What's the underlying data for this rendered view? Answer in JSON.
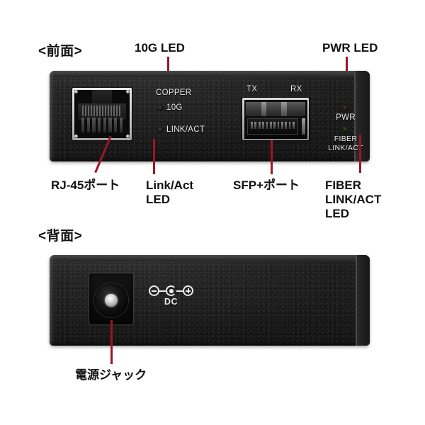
{
  "sections": {
    "front": {
      "heading": "<前面>"
    },
    "rear": {
      "heading": "<背面>"
    }
  },
  "front_panel": {
    "silkscreen": {
      "copper": "COPPER",
      "led_10g": "10G",
      "led_link_act": "LINK/ACT",
      "tx": "TX",
      "rx": "RX",
      "pwr": "PWR",
      "fiber_line1": "FIBER",
      "fiber_line2": "LINK/ACT"
    },
    "callouts": {
      "led_10g": "10G LED",
      "pwr_led": "PWR LED",
      "rj45_port": "RJ-45ポート",
      "link_act_led": "Link/Act\nLED",
      "sfp_port": "SFP+ポート",
      "fiber_link_act_led": "FIBER\nLINK/ACT\nLED"
    }
  },
  "rear_panel": {
    "silkscreen": {
      "dc": "DC"
    },
    "callouts": {
      "power_jack": "電源ジャック"
    }
  },
  "colors": {
    "leader_line": "#9b1622",
    "chassis": "#1b1b1b",
    "silkscreen_text": "#e8e8e8",
    "label_text": "#111111",
    "background": "#ffffff"
  }
}
